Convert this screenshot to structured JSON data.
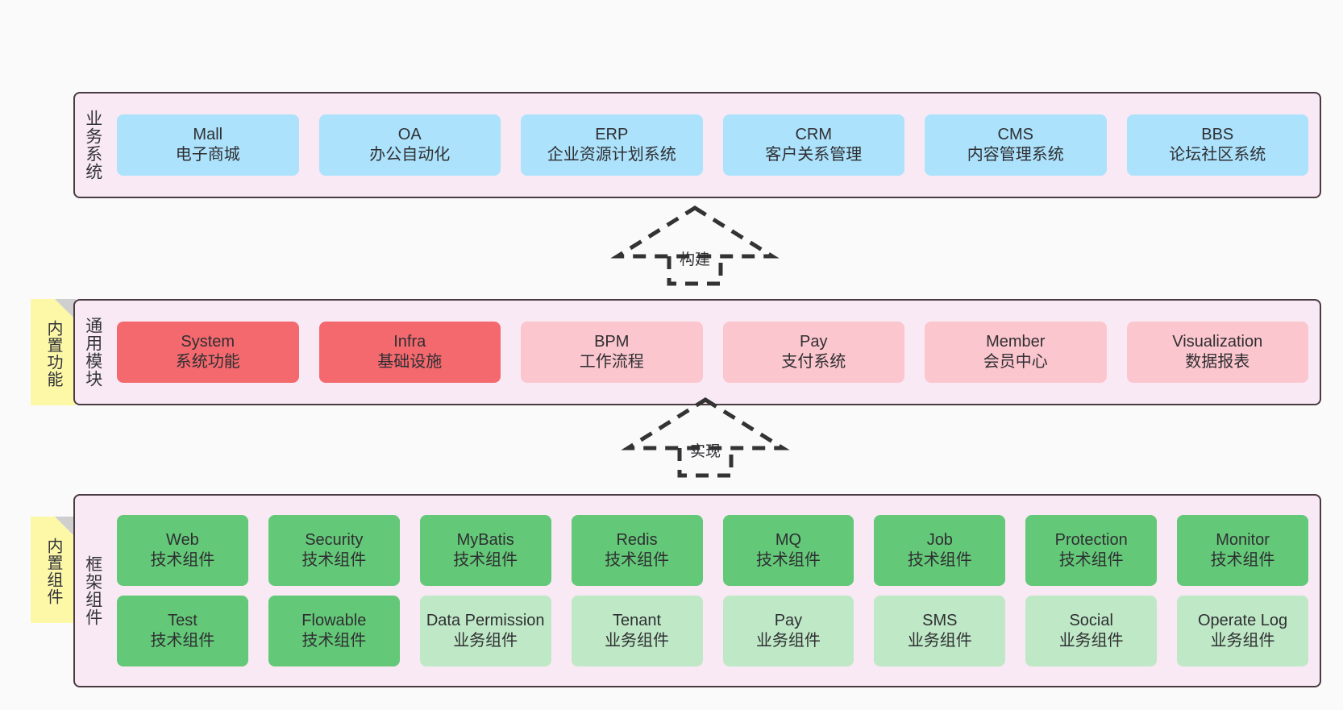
{
  "diagram": {
    "background_color": "#fafafa",
    "panel_color": "#f8e9f4",
    "panel_border_color": "#4a3a42"
  },
  "layers": [
    {
      "id": "business",
      "title": "业务系统",
      "rows": [
        {
          "cards": [
            {
              "name": "Mall",
              "desc": "电子商城",
              "color": "#ace2fb",
              "style": "c-blue"
            },
            {
              "name": "OA",
              "desc": "办公自动化",
              "color": "#ace2fb",
              "style": "c-blue"
            },
            {
              "name": "ERP",
              "desc": "企业资源计划系统",
              "color": "#ace2fb",
              "style": "c-blue"
            },
            {
              "name": "CRM",
              "desc": "客户关系管理",
              "color": "#ace2fb",
              "style": "c-blue"
            },
            {
              "name": "CMS",
              "desc": "内容管理系统",
              "color": "#ace2fb",
              "style": "c-blue"
            },
            {
              "name": "BBS",
              "desc": "论坛社区系统",
              "color": "#ace2fb",
              "style": "c-blue"
            }
          ]
        }
      ]
    },
    {
      "id": "common",
      "title": "通用模块",
      "note": "内置功能",
      "rows": [
        {
          "cards": [
            {
              "name": "System",
              "desc": "系统功能",
              "color": "#f4696e",
              "style": "c-red"
            },
            {
              "name": "Infra",
              "desc": "基础设施",
              "color": "#f4696e",
              "style": "c-red"
            },
            {
              "name": "BPM",
              "desc": "工作流程",
              "color": "#fbc6cd",
              "style": "c-pink"
            },
            {
              "name": "Pay",
              "desc": "支付系统",
              "color": "#fbc6cd",
              "style": "c-pink"
            },
            {
              "name": "Member",
              "desc": "会员中心",
              "color": "#fbc6cd",
              "style": "c-pink"
            },
            {
              "name": "Visualization",
              "desc": "数据报表",
              "color": "#fbc6cd",
              "style": "c-pink"
            }
          ]
        }
      ]
    },
    {
      "id": "framework",
      "title": "框架组件",
      "note": "内置组件",
      "rows": [
        {
          "cards": [
            {
              "name": "Web",
              "desc": "技术组件",
              "color": "#63c877",
              "style": "c-green"
            },
            {
              "name": "Security",
              "desc": "技术组件",
              "color": "#63c877",
              "style": "c-green"
            },
            {
              "name": "MyBatis",
              "desc": "技术组件",
              "color": "#63c877",
              "style": "c-green"
            },
            {
              "name": "Redis",
              "desc": "技术组件",
              "color": "#63c877",
              "style": "c-green"
            },
            {
              "name": "MQ",
              "desc": "技术组件",
              "color": "#63c877",
              "style": "c-green"
            },
            {
              "name": "Job",
              "desc": "技术组件",
              "color": "#63c877",
              "style": "c-green"
            },
            {
              "name": "Protection",
              "desc": "技术组件",
              "color": "#63c877",
              "style": "c-green"
            },
            {
              "name": "Monitor",
              "desc": "技术组件",
              "color": "#63c877",
              "style": "c-green"
            }
          ]
        },
        {
          "cards": [
            {
              "name": "Test",
              "desc": "技术组件",
              "color": "#63c877",
              "style": "c-green"
            },
            {
              "name": "Flowable",
              "desc": "技术组件",
              "color": "#63c877",
              "style": "c-green"
            },
            {
              "name": "Data Permission",
              "desc": "业务组件",
              "color": "#bfe8c6",
              "style": "c-lightgreen"
            },
            {
              "name": "Tenant",
              "desc": "业务组件",
              "color": "#bfe8c6",
              "style": "c-lightgreen"
            },
            {
              "name": "Pay",
              "desc": "业务组件",
              "color": "#bfe8c6",
              "style": "c-lightgreen"
            },
            {
              "name": "SMS",
              "desc": "业务组件",
              "color": "#bfe8c6",
              "style": "c-lightgreen"
            },
            {
              "name": "Social",
              "desc": "业务组件",
              "color": "#bfe8c6",
              "style": "c-lightgreen"
            },
            {
              "name": "Operate Log",
              "desc": "业务组件",
              "color": "#bfe8c6",
              "style": "c-lightgreen"
            }
          ]
        }
      ]
    }
  ],
  "connectors": [
    {
      "id": "build",
      "label": "构建",
      "style": "dashed-hollow-triangle-up"
    },
    {
      "id": "impl",
      "label": "实现",
      "style": "dashed-hollow-triangle-up"
    }
  ]
}
